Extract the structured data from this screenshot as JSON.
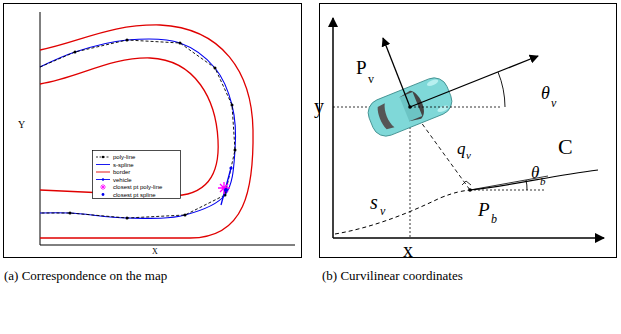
{
  "diagram": {
    "labels": [
      "Y",
      "X",
      "y",
      "x",
      "P",
      "v",
      "θ",
      "v",
      "q",
      "v",
      "θ",
      "b",
      "C",
      "s",
      "v",
      "P",
      "b",
      "(a) Correspondence on the map",
      "(b) Curvilinear coordinates"
    ],
    "legend": [
      {
        "text": "poly-line"
      },
      {
        "text": "s-spline"
      },
      {
        "text": "border"
      },
      {
        "text": "vehicle"
      },
      {
        "text": "closest pt poly-line"
      },
      {
        "text": "closest pt spline"
      }
    ]
  }
}
